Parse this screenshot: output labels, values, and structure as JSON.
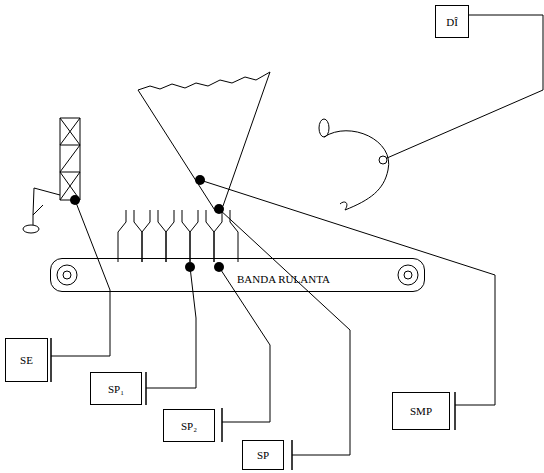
{
  "diagram": {
    "nodes": [
      {
        "text": [
          "DÎ"
        ]
      },
      {
        "text": [
          "BANDA RULANTA"
        ]
      },
      {
        "text": [
          "SE"
        ]
      },
      {
        "text": [
          "SMP"
        ]
      },
      {
        "text": [
          "SP₁"
        ]
      },
      {
        "text": [
          "SP₂"
        ]
      },
      {
        "text": [
          "SP"
        ]
      }
    ]
  }
}
